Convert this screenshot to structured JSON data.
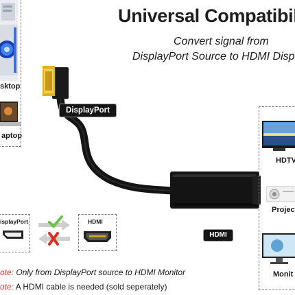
{
  "header": {
    "title": "Universal Compatibil",
    "subtitle_line1": "Convert signal from",
    "subtitle_line2": "DisplayPort Source to HDMI Displa"
  },
  "source_devices": {
    "desktop_label": "sktop",
    "laptop_label": "aptop"
  },
  "output_devices": {
    "hdtv_label": "HDTV",
    "projector_label": "Project",
    "monitor_label": "Monit"
  },
  "cable": {
    "displayport_tag": "DisplayPort",
    "hdmi_tag": "HDMI"
  },
  "direction_diagram": {
    "source_label": "isplayPort",
    "target_label": "HDMI"
  },
  "notes": [
    {
      "prefix": "ote:",
      "text": "Only from DisplayPort source to HDMI Monitor"
    },
    {
      "prefix": "ote:",
      "text": "A HDMI cable is needed (sold seperately)"
    }
  ],
  "colors": {
    "accent_red": "#e23b2e",
    "check_green": "#6cc24a",
    "cross_red": "#d93025",
    "gold": "#e0b020",
    "cable_black": "#141414"
  }
}
